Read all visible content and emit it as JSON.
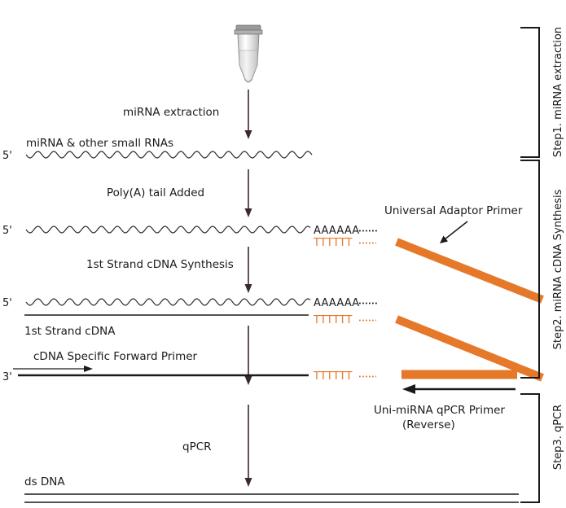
{
  "colors": {
    "orange": "#e6782a",
    "black": "#1a1a1a",
    "arrow": "#3a2a2a"
  },
  "labels": {
    "mirna_extraction": "miRNA  extraction",
    "mirna_small_rnas": "miRNA & other small RNAs",
    "polya_added": "Poly(A) tail Added",
    "universal_adaptor": "Universal Adaptor Primer",
    "first_strand_synthesis": "1st Strand cDNA Synthesis",
    "first_strand_cdna": "1st Strand cDNA",
    "cdna_forward_primer": "cDNA Specific Forward Primer",
    "qpcr": "qPCR",
    "uni_primer_line1": "Uni-miRNA qPCR Primer",
    "uni_primer_line2": "(Reverse)",
    "ds_dna": "ds DNA"
  },
  "ends": {
    "five_prime": "5'",
    "three_prime": "3'"
  },
  "tails": {
    "poly_a": "AAAAAA",
    "poly_t": "TTTTTT"
  },
  "steps": {
    "step1": "Step1. miRNA  extraction",
    "step2": "Step2. miRNA cDNA Synthesis",
    "step3": "Step3. qPCR"
  }
}
